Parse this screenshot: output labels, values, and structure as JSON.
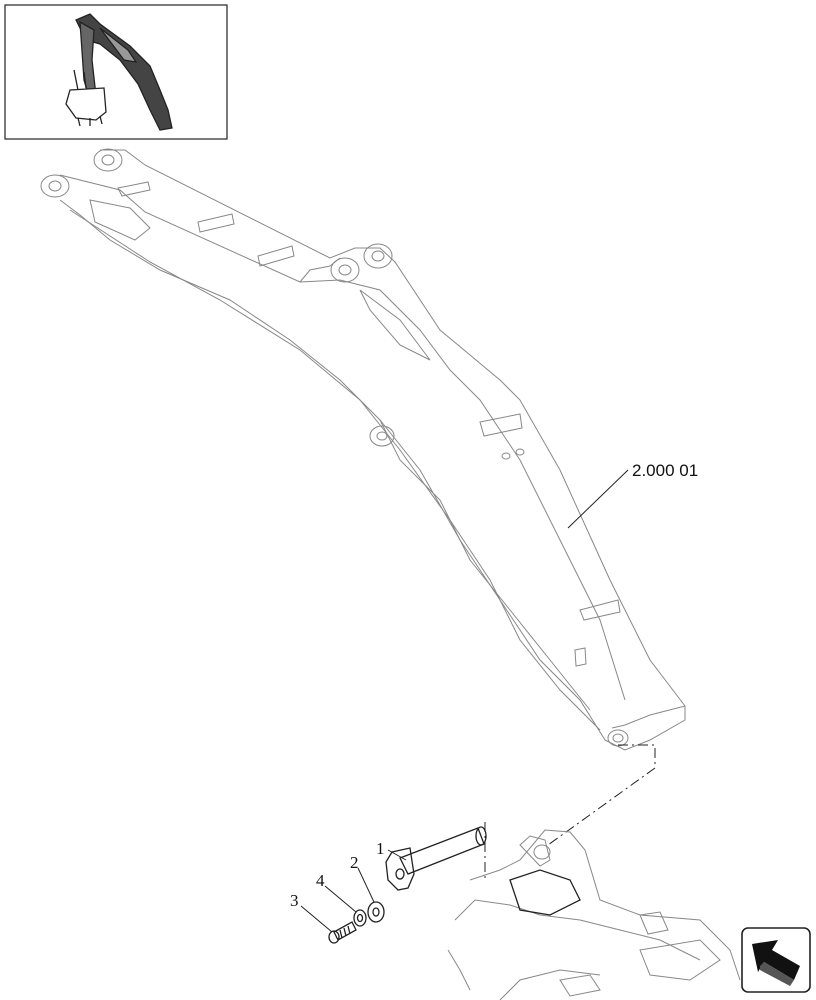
{
  "diagram": {
    "reference_label": "2.000 01",
    "callouts": [
      {
        "id": "1",
        "label": "1"
      },
      {
        "id": "2",
        "label": "2"
      },
      {
        "id": "3",
        "label": "3"
      },
      {
        "id": "4",
        "label": "4"
      }
    ],
    "nav_icon": "arrow-back-icon"
  }
}
